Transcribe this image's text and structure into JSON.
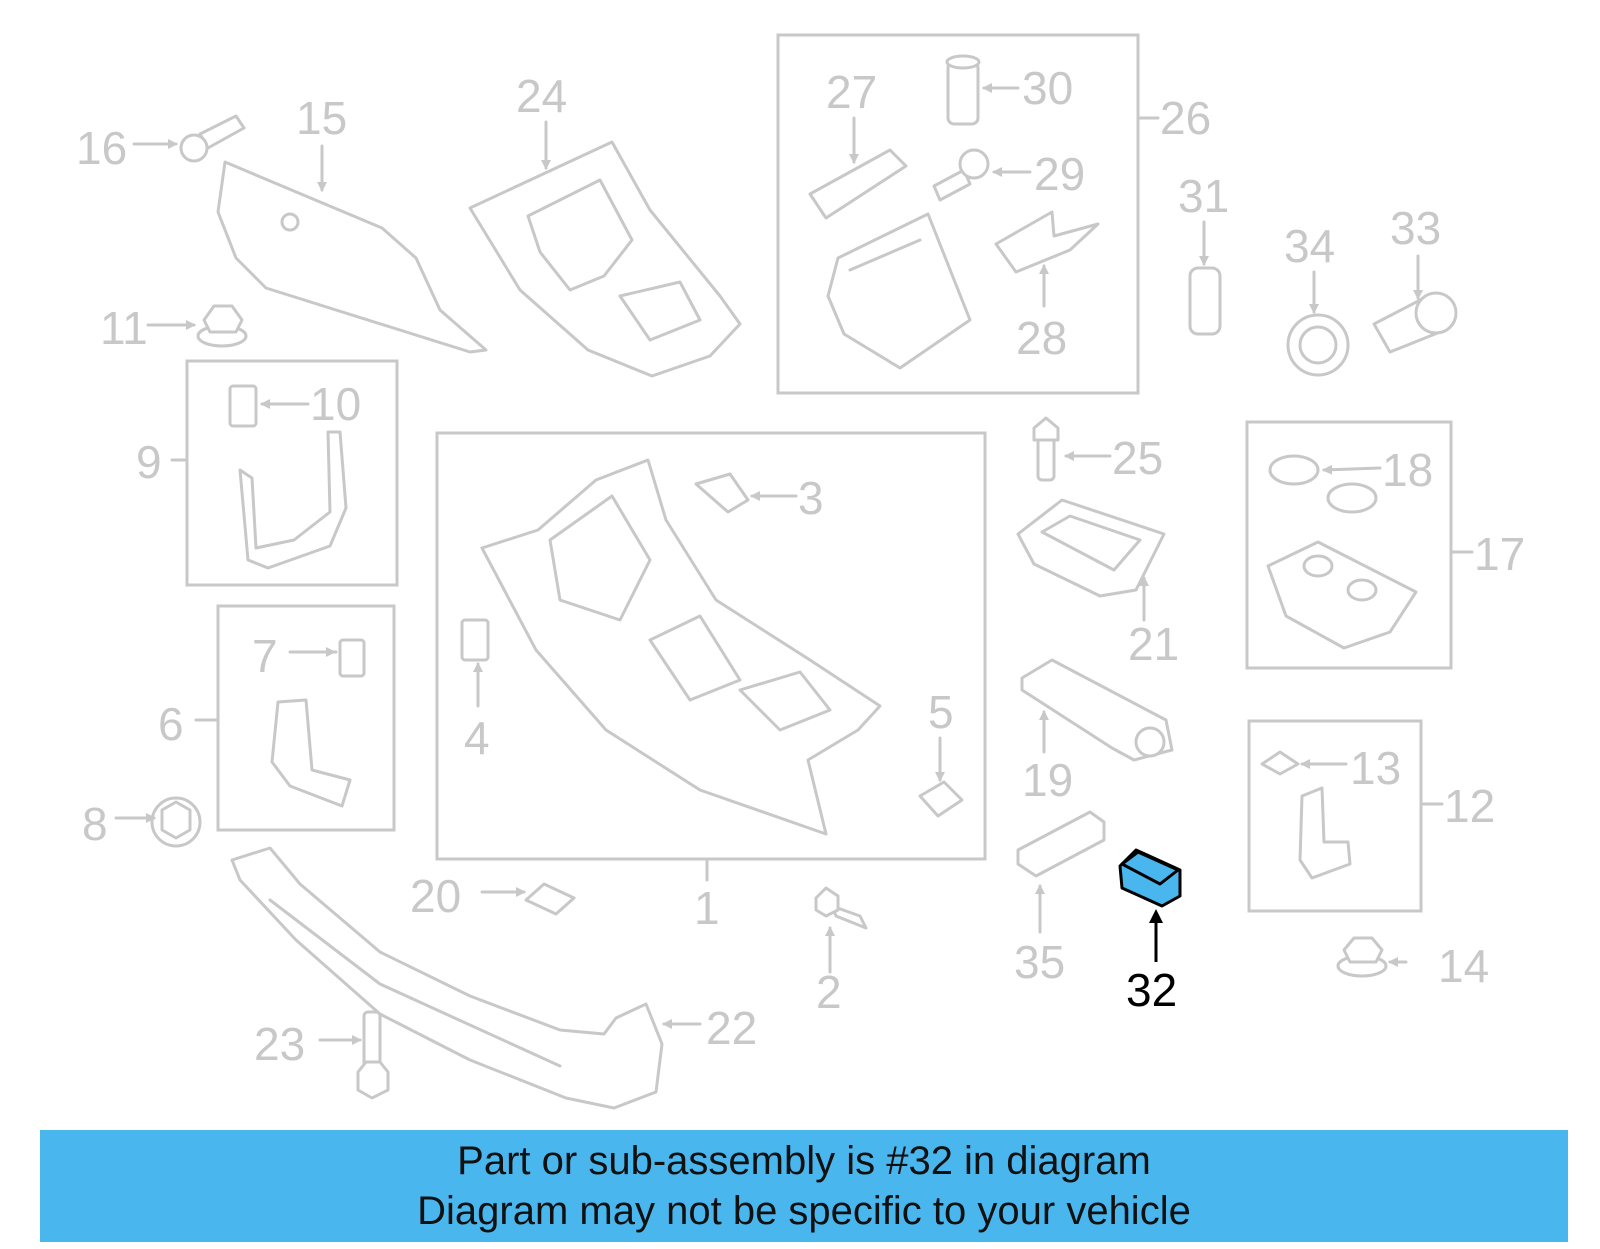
{
  "diagram": {
    "labels": {
      "l1": "1",
      "l2": "2",
      "l3": "3",
      "l4": "4",
      "l5": "5",
      "l6": "6",
      "l7": "7",
      "l8": "8",
      "l9": "9",
      "l10": "10",
      "l11": "11",
      "l12": "12",
      "l13": "13",
      "l14": "14",
      "l15": "15",
      "l16": "16",
      "l17": "17",
      "l18": "18",
      "l19": "19",
      "l20": "20",
      "l21": "21",
      "l22": "22",
      "l23": "23",
      "l24": "24",
      "l25": "25",
      "l26": "26",
      "l27": "27",
      "l28": "28",
      "l29": "29",
      "l30": "30",
      "l31": "31",
      "l32": "32",
      "l33": "33",
      "l34": "34",
      "l35": "35"
    },
    "highlight_color": "#4ab6ee",
    "line_color": "#c8c8c8"
  },
  "banner": {
    "line1": "Part or sub-assembly is #32 in diagram",
    "line2": "Diagram may not be specific to your vehicle",
    "color": "#4ab6ee"
  }
}
